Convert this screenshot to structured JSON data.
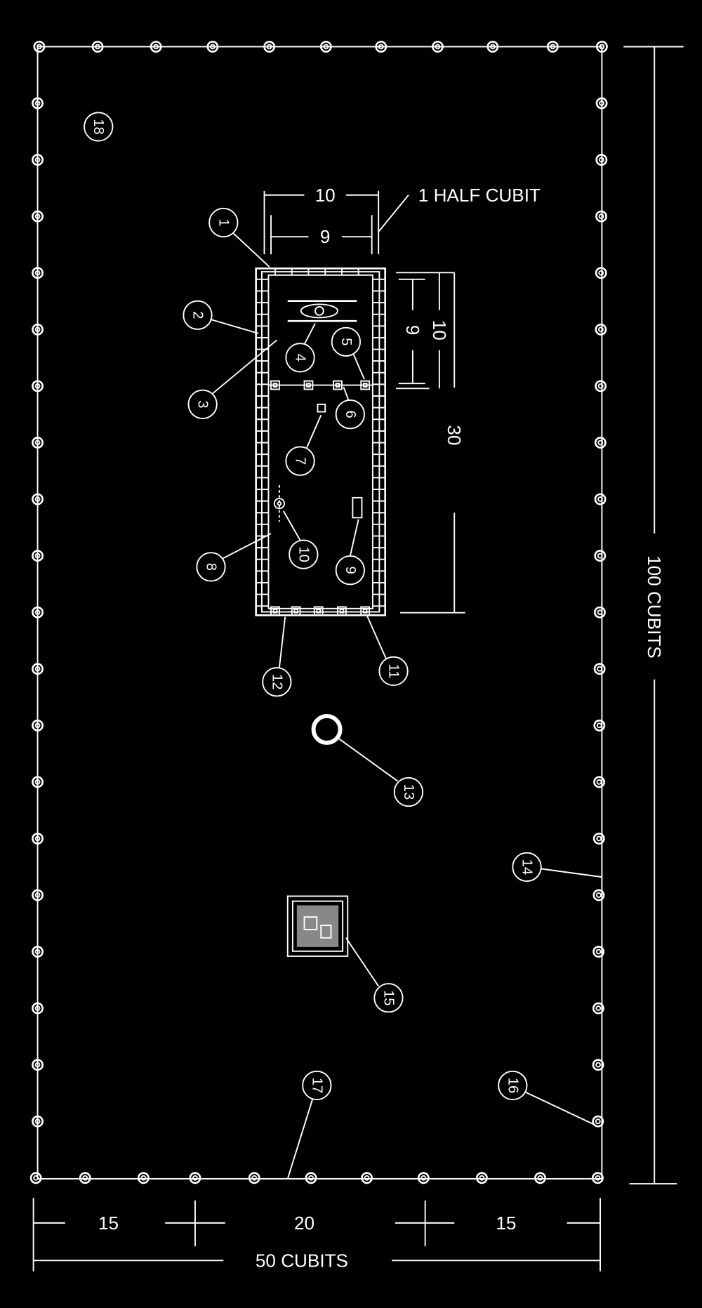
{
  "title": "Tabernacle court plan",
  "colors": {
    "background": "#000000",
    "ink": "#ffffff"
  },
  "dimensions": {
    "tabernacle_outer_width": "10",
    "tabernacle_inner_width": "9",
    "wall_note": "1 HALF CUBIT",
    "holiest_outer": "10",
    "holiest_inner": "9",
    "tabernacle_length": "30",
    "court_length": "100 CUBITS",
    "court_width": "50 CUBITS",
    "left_section": "15",
    "gate_section": "20",
    "right_section": "15"
  },
  "callouts": [
    "1",
    "2",
    "3",
    "4",
    "5",
    "6",
    "7",
    "8",
    "9",
    "10",
    "11",
    "12",
    "13",
    "14",
    "15",
    "16",
    "17",
    "18"
  ]
}
